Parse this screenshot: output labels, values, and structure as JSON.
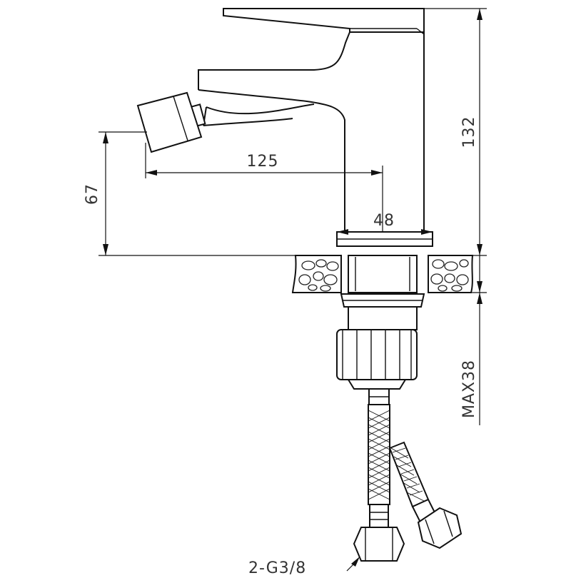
{
  "dimensions": {
    "height_total": "132",
    "spout_reach": "125",
    "aerator_height": "67",
    "base_diameter": "48",
    "max_deck_thickness": "MAX38"
  },
  "callouts": {
    "connection_thread": "2-G3/8"
  }
}
